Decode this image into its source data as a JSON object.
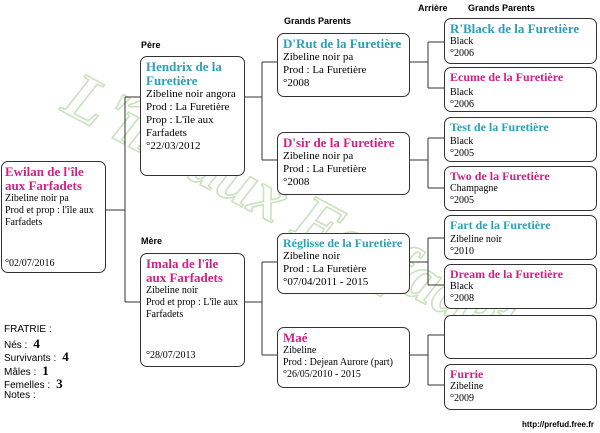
{
  "headers": {
    "pere": "Père",
    "mere": "Mère",
    "grands_parents": "Grands Parents",
    "arriere": "Arrière",
    "arriere_gp": "Grands Parents"
  },
  "subject": {
    "name": "Ewilan de l'île aux Farfadets",
    "lines": [
      "Zibeline noir pa",
      "Prod et prop : l'île aux Farfadets",
      "°02/07/2016"
    ]
  },
  "father": {
    "name": "Hendrix de la Furetière",
    "lines": [
      "Zibeline noir angora",
      "Prod : La Furetière",
      "Prop : L'île aux Farfadets",
      "°22/03/2012"
    ]
  },
  "mother": {
    "name": "Imala de l'île aux Farfadets",
    "lines": [
      "Zibeline noir",
      "Prod et prop : L'île aux Farfadets",
      "°28/07/2013"
    ]
  },
  "grandparents": [
    {
      "name": "D'Rut de la Furetière",
      "lines": [
        "Zibeline noir pa",
        "Prod : La Furetière",
        "°2008"
      ]
    },
    {
      "name": "D'sir de la Furetière",
      "lines": [
        "Zibeline noir pa",
        "Prod : La Furetière",
        "°2008"
      ]
    },
    {
      "name": "Réglisse de la Furetière",
      "lines": [
        "Zibeline noir",
        "Prod : La Furetière",
        "°07/04/2011 - 2015"
      ]
    },
    {
      "name": "Maé",
      "lines": [
        "Zibeline",
        "Prod : Dejean Aurore (part)",
        "°26/05/2010 - 2015"
      ]
    }
  ],
  "great_grandparents": [
    {
      "name": "R'Black de la Furetière",
      "lines": [
        "Black",
        "°2006"
      ]
    },
    {
      "name": "Ecume de la Furetière",
      "lines": [
        "Black",
        "°2006"
      ]
    },
    {
      "name": "Test de la Furetière",
      "lines": [
        "Black",
        "°2005"
      ]
    },
    {
      "name": "Two de la Furetière",
      "lines": [
        "Champagne",
        "°2005"
      ]
    },
    {
      "name": "Fart de la Furetière",
      "lines": [
        "Zibeline noir",
        "°2010"
      ]
    },
    {
      "name": "Dream de la Furetière",
      "lines": [
        "Black",
        "°2008"
      ]
    },
    {
      "name": "",
      "lines": []
    },
    {
      "name": "Furrie",
      "lines": [
        "Zibeline",
        "°2009"
      ]
    }
  ],
  "fratrie": {
    "title": "FRATRIE :",
    "nes_label": "Nés :",
    "nes": "4",
    "survivants_label": "Survivants :",
    "survivants": "4",
    "males_label": "Mâles :",
    "males": "1",
    "femelles_label": "Femelles :",
    "femelles": "3",
    "notes_label": "Notes :"
  },
  "watermark": "L'île aux Farfadets",
  "footer": "http://prefud.free.fr",
  "colors": {
    "male": "#2aa0b8",
    "female": "#d21f86",
    "watermark": "#9ec98a"
  }
}
